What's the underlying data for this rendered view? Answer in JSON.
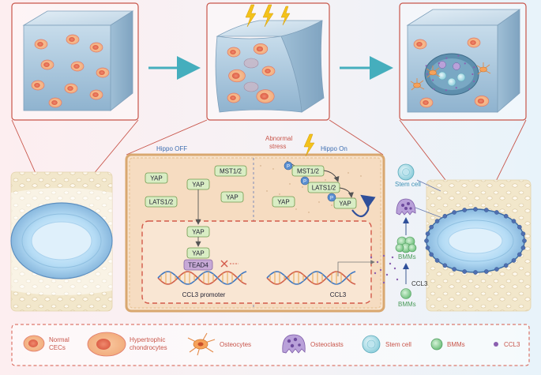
{
  "panel": {
    "hippo_off": "Hippo OFF",
    "hippo_on": "Hippo On",
    "abnormal_stress": [
      "Abnormal",
      "stress"
    ]
  },
  "left_cell": {
    "yap_top": "YAP",
    "mst": "MST1/2",
    "yap_center": "YAP",
    "lats": "LATS1/2",
    "yap_right": "YAP",
    "yap_mid": "YAP",
    "yap_nuclear": "YAP",
    "tead": "TEAD4",
    "promoter": "CCL3 promoter"
  },
  "right_cell": {
    "mst": "MST1/2",
    "lats": "LATS1/2",
    "yap": "YAP",
    "yap_free": "YAP",
    "phospho": "P",
    "ccl3": "CCL3"
  },
  "side": {
    "stem_cell": "Stem cell",
    "bmms_top": "BMMs",
    "ccl3": "CCL3",
    "bmms_bottom": "BMMs"
  },
  "legend": [
    {
      "label": [
        "Normal",
        "CECs"
      ],
      "icon": "normal-cec-icon"
    },
    {
      "label": [
        "Hypertrophic",
        "chondrocytes"
      ],
      "icon": "hypertrophic-chondrocyte-icon"
    },
    {
      "label": [
        "Osteocytes"
      ],
      "icon": "osteocyte-icon"
    },
    {
      "label": [
        "Osteoclasts"
      ],
      "icon": "osteoclast-icon"
    },
    {
      "label": [
        "Stem cell"
      ],
      "icon": "stem-cell-icon"
    },
    {
      "label": [
        "BMMs"
      ],
      "icon": "bmm-icon"
    },
    {
      "label": [
        "CCL3"
      ],
      "icon": "ccl3-icon"
    }
  ],
  "colors": {
    "accent": "#c8554a",
    "nucleus_border": "#e07a6a",
    "yap_box": "#d9edc4",
    "cytoplasm": "#f6dfc7",
    "cube": "#a9cbe0",
    "disc": "#9ecbe8",
    "bone": "#f1e6c8",
    "arrow": "#45aebd",
    "p_badge": "#5b8fd1",
    "text_red": "#c8554a",
    "text_blue": "#3c6db0"
  }
}
